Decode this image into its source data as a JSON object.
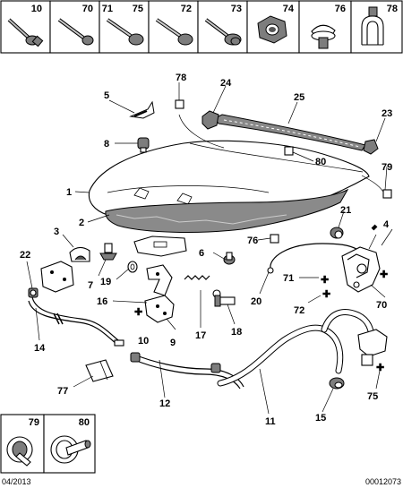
{
  "top_parts": [
    {
      "num": "10",
      "icon": "bolt-with-washer-icon"
    },
    {
      "num": "70",
      "icon": "screw-icon"
    },
    {
      "num": "71",
      "icon": "flange-screw-icon"
    },
    {
      "num": "75",
      "icon": "flange-screw-icon"
    },
    {
      "num": "72",
      "icon": "flange-screw-icon"
    },
    {
      "num": "73",
      "icon": "screw-with-washer-icon"
    },
    {
      "num": "74",
      "icon": "hex-nut-icon"
    },
    {
      "num": "76",
      "icon": "clip-icon"
    },
    {
      "num": "78",
      "icon": "cable-clip-icon"
    }
  ],
  "callouts": {
    "c1": "1",
    "c2": "2",
    "c3": "3",
    "c4": "4",
    "c5": "5",
    "c6": "6",
    "c7": "7",
    "c8": "8",
    "c9": "9",
    "c10": "10",
    "c11": "11",
    "c12": "12",
    "c14": "14",
    "c15": "15",
    "c16": "16",
    "c17": "17",
    "c18": "18",
    "c19": "19",
    "c20": "20",
    "c21": "21",
    "c22": "22",
    "c23": "23",
    "c24": "24",
    "c25": "25",
    "c70": "70",
    "c71": "71",
    "c72": "72",
    "c75": "75",
    "c76": "76",
    "c77": "77",
    "c78": "78",
    "c79": "79",
    "c80": "80"
  },
  "inset_parts": [
    {
      "num": "79",
      "icon": "push-clip-icon"
    },
    {
      "num": "80",
      "icon": "push-rivet-icon"
    }
  ],
  "footer": {
    "date": "04/2013",
    "reference": "00012073"
  }
}
